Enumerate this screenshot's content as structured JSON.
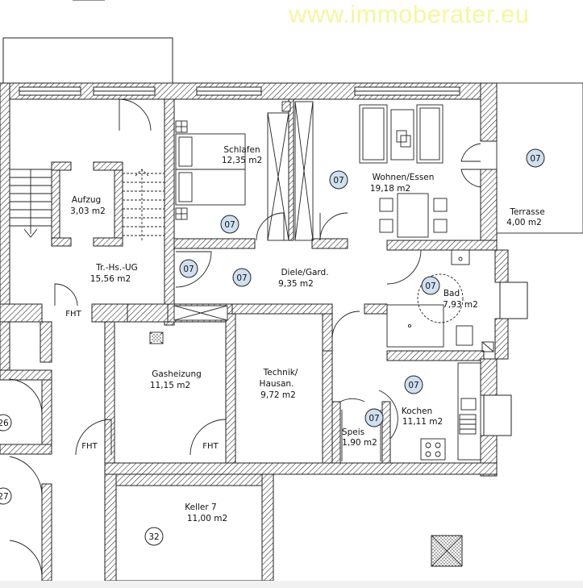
{
  "watermark": "www.immoberater.eu",
  "rooms": {
    "schlafen": {
      "name": "Schlafen",
      "area": "12,35 m2"
    },
    "wohnen": {
      "name": "Wohnen/Essen",
      "area": "19,18 m2"
    },
    "terrasse": {
      "name": "Terrasse",
      "area": "4,00 m2"
    },
    "aufzug": {
      "name": "Aufzug",
      "area": "3,03 m2"
    },
    "treppenhaus": {
      "name": "Tr.-Hs.-UG",
      "area": "15,56 m2"
    },
    "diele": {
      "name": "Diele/Gard.",
      "area": "9,35 m2"
    },
    "bad": {
      "name": "Bad",
      "area": "7,93 m2"
    },
    "gasheizung": {
      "name": "Gasheizung",
      "area": "11,15 m2"
    },
    "technik": {
      "name": "Technik/",
      "name2": "Hausan.",
      "area": "9,72 m2"
    },
    "kochen": {
      "name": "Kochen",
      "area": "11,11 m2"
    },
    "speis": {
      "name": "Speis",
      "area": "1,90 m2"
    },
    "keller": {
      "name": "Keller 7",
      "area": "11,00 m2"
    }
  },
  "badges": {
    "apt": "07",
    "cellar": "32",
    "n26": "26",
    "n27": "27"
  },
  "doors": {
    "fht": "FHT"
  }
}
